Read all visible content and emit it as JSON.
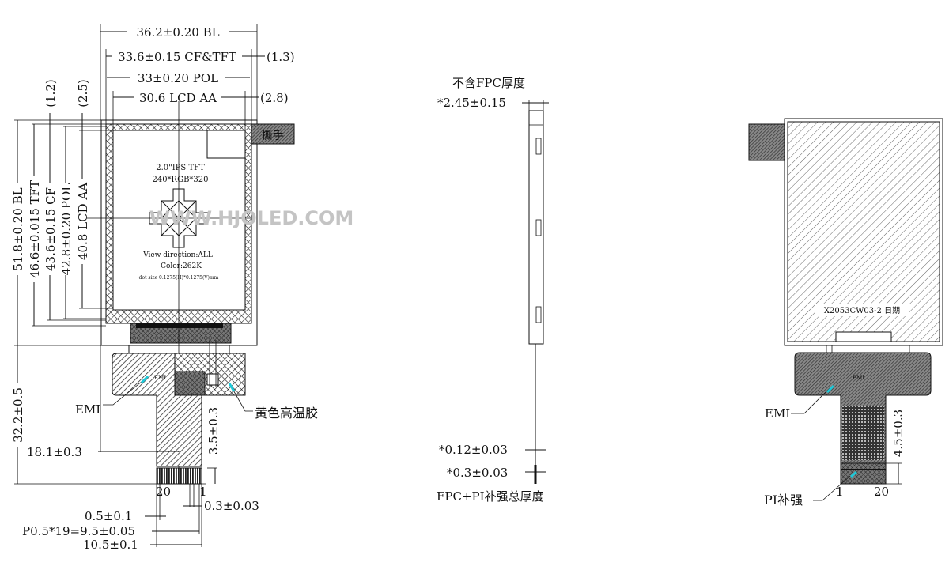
{
  "front_view": {
    "dims_top": {
      "bl_width": "36.2±0.20 BL",
      "cf_tft_width": "33.6±0.15 CF&TFT",
      "cf_offset": "(1.3)",
      "pol_width": "33±0.20 POL",
      "lcd_aa_width": "30.6 LCD AA",
      "aa_offset": "(2.8)"
    },
    "dims_left": {
      "bl_height": "51.8±0.20 BL",
      "tft_height": "46.6±0.015 TFT",
      "cf_height": "43.6±0.15 CF",
      "pol_height": "42.8±0.20 POL",
      "lcd_aa_height": "40.8 LCD AA",
      "offset_1": "(1.2)",
      "offset_2": "(2.5)",
      "fpc_length": "32.2±0.5",
      "fpc_center": "18.1±0.3"
    },
    "screen": {
      "title": "2.0\"IPS TFT",
      "resolution": "240*RGB*320",
      "view_direction": "View direction:ALL",
      "color": "Color:262K",
      "dot_size": "dot size 0.1275(H)*0.1275(V)mm"
    },
    "tear_tab": "撕手",
    "watermark": "WWW.HJOLED.COM",
    "fpc": {
      "emi_label": "EMI",
      "emi_small": "EMI",
      "glue_label": "黄色高温胶",
      "stiffener_height": "3.5±0.3",
      "pin_20": "20",
      "pin_1": "1",
      "pin_width": "0.3±0.03",
      "edge_offset": "0.5±0.1",
      "pitch": "P0.5*19=9.5±0.05",
      "total_width": "10.5±0.1"
    }
  },
  "side_view": {
    "note_top": "不含FPC厚度",
    "thickness": "*2.45±0.15",
    "fpc_thickness": "*0.12±0.03",
    "pi_thickness": "*0.3±0.03",
    "note_bottom": "FPC+PI补强总厚度"
  },
  "back_view": {
    "label": "X2053CW03-2 日期",
    "emi_label": "EMI",
    "emi_small": "EMI",
    "pi_label": "PI补强",
    "pin_1": "1",
    "pin_20": "20",
    "stiffener_height": "4.5±0.3"
  },
  "colors": {
    "line": "#111111",
    "leader_arrow": "#1ec8d8",
    "watermark": "#c4c4c4",
    "fpc_fill": "#6a6a6a"
  }
}
